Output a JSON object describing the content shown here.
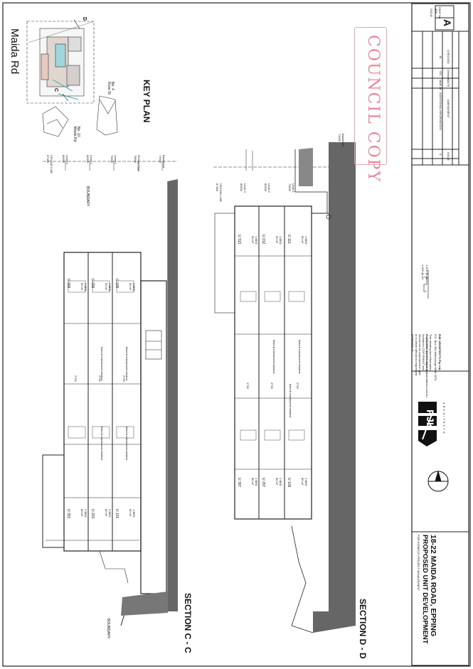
{
  "title_block": {
    "project_line1": "18-22 MAIDA ROAD, EPPING",
    "project_line2": "PROPOSED UNIT DEVELOPMENT",
    "client": "FOR HOMECITI PROJECT MANAGEMENT",
    "dwg_no_label": "DWG No.",
    "dwg_no_value": "408",
    "issue_label": "ISSUE",
    "issue_value": "A",
    "firm_logo": "RJK",
    "firm_sub": "ARCHITECTS",
    "firm_name": "RJK ARCHITECTS Pty. Ltd.",
    "firm_po": "P.O. Box 304 Wahroonga NSW 2076",
    "firm_contact": "P: (02) 9884 4433  E: admin@rjkarchitects.com.au",
    "copyright": "This drawing and information contained in this drawing is a Architect's COPYRIGHT and should not be reproduced in part or in whole without an expressed permission of",
    "scale1": "1:100 @ A1",
    "scale2": "1:200 @ A3",
    "rev_header": [
      "ISSUE",
      "AMENDMENT",
      "DATE",
      "DRAWN",
      "CHECKED"
    ],
    "rev_row": [
      "A",
      "ADDITIONAL INFORMATION",
      "MAR 14",
      "GS",
      "JK"
    ]
  },
  "stamp": "COUNCIL COPY",
  "key_plan": {
    "title": "KEY PLAN",
    "road": "Maida Rd",
    "street": "Rose St",
    "no4": "No. 4",
    "no10": "No. 10",
    "no10_road": "Maida Rd",
    "marker_c": "C",
    "marker_d": "D"
  },
  "section_cc": {
    "title": "SECTION C - C",
    "boundary": "BOUNDARY",
    "levels": [
      {
        "name": "CEILING LINE",
        "rl": "87450"
      },
      {
        "name": "Level 3",
        "rl": "85000"
      },
      {
        "name": "Level 2",
        "rl": "82000"
      },
      {
        "name": "Level 1",
        "rl": "79000"
      },
      {
        "name": "Ground Floor",
        "rl": "76000"
      },
      {
        "name": "Basement",
        "rl": "73000"
      }
    ],
    "units": [
      {
        "label": "U 306",
        "bed": "1 BED",
        "area": "50 m²"
      },
      {
        "label": "U 206",
        "bed": "1 BED",
        "area": "50 m²"
      },
      {
        "label": "U 105",
        "bed": "1 BED",
        "area": "50 m²"
      },
      {
        "label": "U 301",
        "bed": "2 BED",
        "area": "80 m²"
      },
      {
        "label": "U 201",
        "bed": "2 BED",
        "area": "80 m²"
      },
      {
        "label": "U 101",
        "bed": "1 BED",
        "area": "50 m²"
      }
    ],
    "notes": [
      "fixed & translucent window",
      "fixed & translucent window",
      "fixed & translucent window",
      "fixed & translucent window"
    ],
    "dims": [
      "2700",
      "2700",
      "2700"
    ]
  },
  "section_dd": {
    "title": "SECTION D - D",
    "levels": [
      {
        "name": "CEILING LINE",
        "rl": "87450"
      },
      {
        "name": "Level 3",
        "rl": "85000"
      },
      {
        "name": "Level 2",
        "rl": "82000"
      },
      {
        "name": "Level 1",
        "rl": "79000"
      },
      {
        "name": "Basement",
        "rl": "73000"
      }
    ],
    "units": [
      {
        "label": "U 313",
        "bed": "1 BED",
        "area": "50 m²"
      },
      {
        "label": "U 212",
        "bed": "1 BED",
        "area": "50 m²"
      },
      {
        "label": "U 111",
        "bed": "1 BED",
        "area": "50 m²"
      },
      {
        "label": "U 307",
        "bed": "2 BED",
        "area": "80 m²"
      },
      {
        "label": "U 207",
        "bed": "2 BED",
        "area": "80 m²"
      },
      {
        "label": "U 106",
        "bed": "2 BED",
        "area": "80 m²"
      }
    ],
    "notes": [
      "fixed & translucent window",
      "fixed & translucent window",
      "fixed & translucent window"
    ],
    "dims": [
      "2700",
      "2700",
      "2700"
    ]
  }
}
